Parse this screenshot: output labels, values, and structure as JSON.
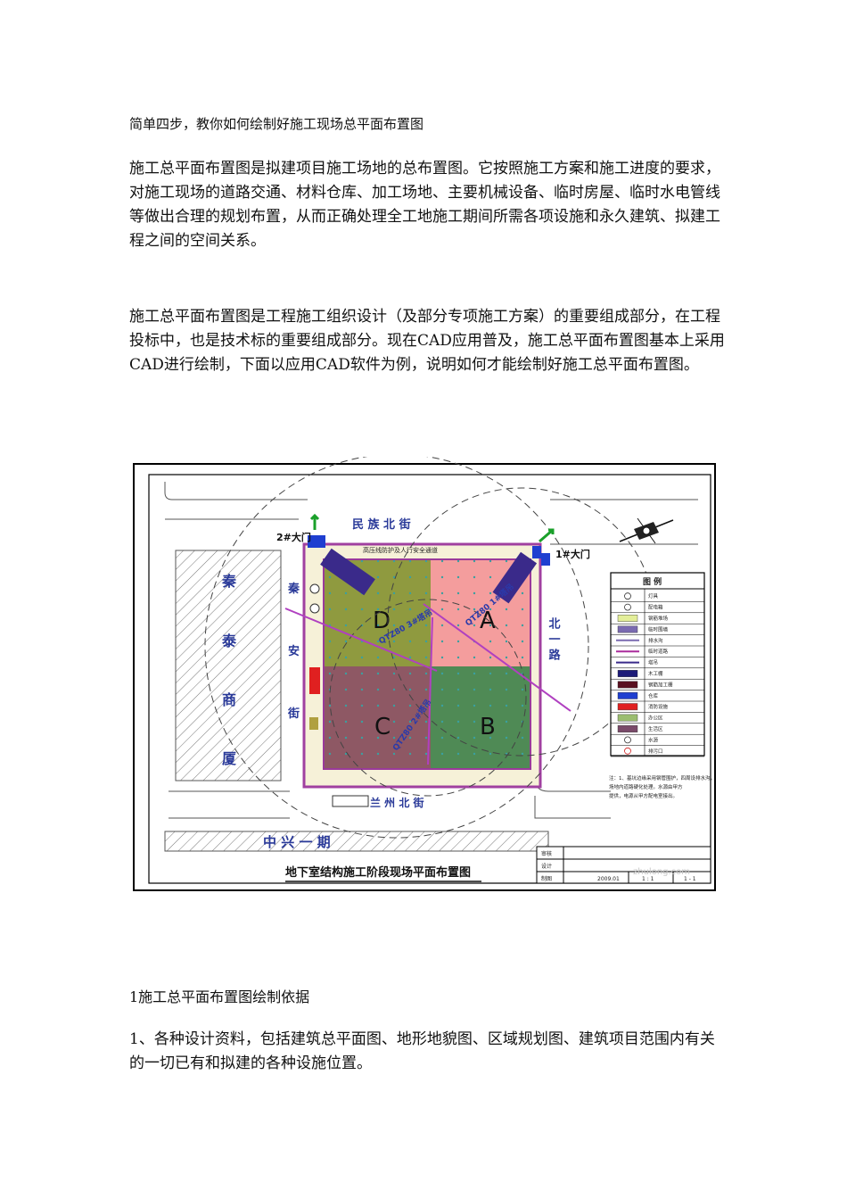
{
  "article": {
    "title": "简单四步，教你如何绘制好施工现场总平面布置图",
    "para1": "施工总平面布置图是拟建项目施工场地的总布置图。它按照施工方案和施工进度的要求，对施工现场的道路交通、材料仓库、加工场地、主要机械设备、临时房屋、临时水电管线等做出合理的规划布置，从而正确处理全工地施工期间所需各项设施和永久建筑、拟建工程之间的空间关系。",
    "para2": "施工总平面布置图是工程施工组织设计（及部分专项施工方案）的重要组成部分，在工程投标中，也是技术标的重要组成部分。现在CAD应用普及，施工总平面布置图基本上采用CAD进行绘制，下面以应用CAD软件为例，说明如何才能绘制好施工总平面布置图。",
    "section_heading": "1施工总平面布置图绘制依据",
    "item1": "1、各种设计资料，包括建筑总平面图、地形地貌图、区域规划图、建筑项目范围内有关的一切已有和拟建的各种设施位置。"
  },
  "drawing": {
    "drawing_title": "地下室结构施工阶段现场平面布置图",
    "road_north": "民 族 北 街",
    "road_south": "兰 州 北 街",
    "road_bottom": "中 兴 一 期",
    "road_east": "北 一 路",
    "road_west_chars": [
      "秦",
      "安",
      "街"
    ],
    "building_chars": [
      "秦",
      "泰",
      "商",
      "厦"
    ],
    "gate1": "1#大门",
    "gate2": "2#大门",
    "top_note": "高压线防护及人行安全通道",
    "zones": [
      {
        "label": "D",
        "color": "#8f9a3f"
      },
      {
        "label": "A",
        "color": "#f49d9d"
      },
      {
        "label": "C",
        "color": "#8e5864"
      },
      {
        "label": "B",
        "color": "#4f8a55"
      }
    ],
    "crane_labels": [
      "QTZ80 1#塔吊",
      "QTZ80 3#塔吊",
      "QTZ80 2#塔吊"
    ],
    "legend_title": "图 例",
    "legend_rows": [
      {
        "label": "灯具",
        "color": "#ffffff",
        "symbol": "o"
      },
      {
        "label": "配电箱",
        "color": "#ffffff",
        "symbol": "x"
      },
      {
        "label": "钢筋堆场",
        "color": "#e3ee99",
        "symbol": "box"
      },
      {
        "label": "临时围墙",
        "color": "#7a6ab0",
        "symbol": "wall"
      },
      {
        "label": "排水沟",
        "color": "#7a6ab0",
        "symbol": "line"
      },
      {
        "label": "临时道路",
        "color": "#aa2d9c",
        "symbol": "line"
      },
      {
        "label": "塔吊",
        "color": "#3a2a8a",
        "symbol": "line"
      },
      {
        "label": "木工棚",
        "color": "#1c1a78",
        "symbol": "box"
      },
      {
        "label": "钢筋加工棚",
        "color": "#5a1020",
        "symbol": "box"
      },
      {
        "label": "仓库",
        "color": "#1f3fd0",
        "symbol": "box"
      },
      {
        "label": "消防设施",
        "color": "#e02020",
        "symbol": "box"
      },
      {
        "label": "办公区",
        "color": "#9bbd70",
        "symbol": "box"
      },
      {
        "label": "生活区",
        "color": "#7a4a6a",
        "symbol": "box"
      },
      {
        "label": "水源",
        "color": "#ffffff",
        "symbol": "x"
      },
      {
        "label": "排污口",
        "color": "#ffffff",
        "symbol": "oo"
      }
    ],
    "note_text": [
      "注：1、基坑边缘采用钢管围护，四周设排水沟，",
      "   场地内道路硬化处理。水源由甲方",
      "   提供，电源从甲方配电室接出。"
    ],
    "title_block": {
      "row1": "审核",
      "row2": "设计",
      "row3": "制图",
      "date": "2009.01",
      "scale_a": "1 : 1",
      "sheet": "1 - 1"
    },
    "watermark": "zhulong.com"
  }
}
